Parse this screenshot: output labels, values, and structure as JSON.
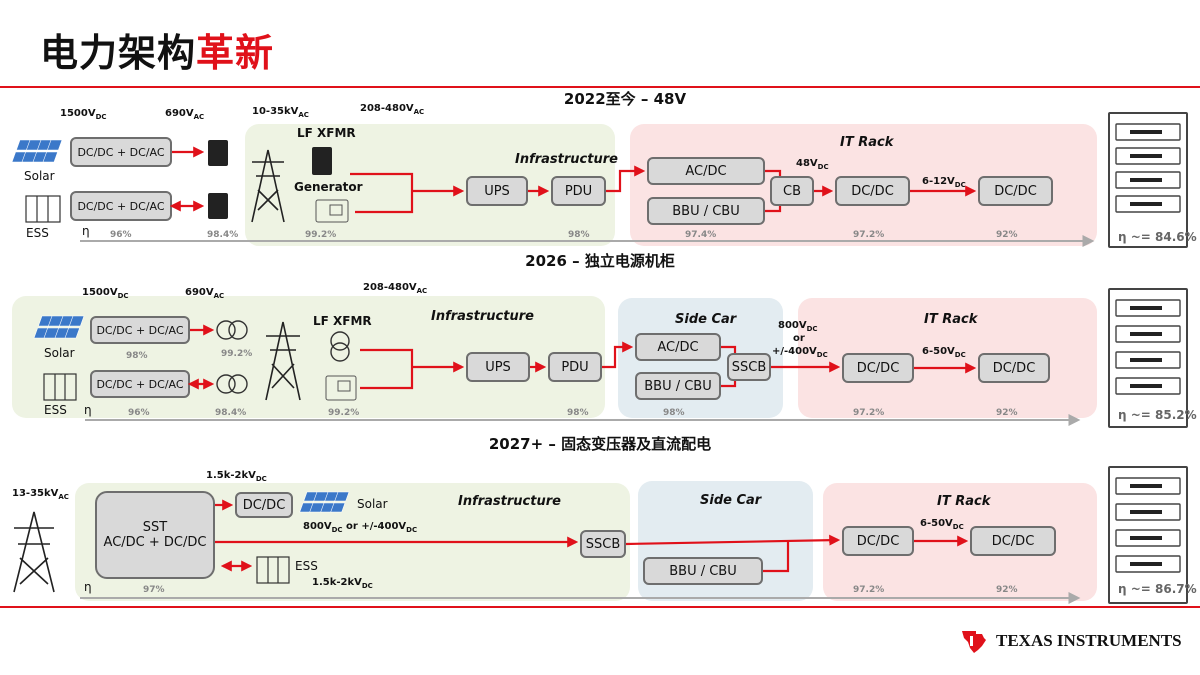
{
  "page": {
    "title_part1": "电力架构",
    "title_part2": "革新"
  },
  "sections": [
    {
      "heading": "2022至今 – 48V",
      "labels": {
        "v1": "1500V",
        "v1_sub": "DC",
        "v2": "690V",
        "v2_sub": "AC",
        "v3": "10-35kV",
        "v3_sub": "AC",
        "v4": "208-480V",
        "v4_sub": "AC",
        "lf": "LF XFMR",
        "gen": "Generator",
        "solar": "Solar",
        "ess": "ESS",
        "eta": "η",
        "bus48": "48V",
        "bus48_sub": "DC",
        "bus612": "6-12V",
        "bus612_sub": "DC"
      },
      "zones": {
        "infra": "Infrastructure",
        "rack": "IT Rack"
      },
      "boxes": {
        "dcdc_ac1": "DC/DC + DC/AC",
        "dcdc_ac2": "DC/DC + DC/AC",
        "ups": "UPS",
        "pdu": "PDU",
        "acdc": "AC/DC",
        "bbu": "BBU / CBU",
        "cb": "CB",
        "dcdc1": "DC/DC",
        "dcdc2": "DC/DC"
      },
      "effs": [
        "96%",
        "98.4%",
        "99.2%",
        "98%",
        "97.4%",
        "97.2%",
        "92%"
      ],
      "rack_eta": "η ~= 84.6%"
    },
    {
      "heading": "2026 – 独立电源机柜",
      "labels": {
        "v1": "1500V",
        "v1_sub": "DC",
        "v2": "690V",
        "v2_sub": "AC",
        "v4": "208-480V",
        "v4_sub": "AC",
        "lf": "LF XFMR",
        "solar": "Solar",
        "ess": "ESS",
        "eta": "η",
        "bus800": "800V",
        "bus800_sub": "DC",
        "or": "or",
        "bus400": "+/-400V",
        "bus400_sub": "DC",
        "bus650": "6-50V",
        "bus650_sub": "DC"
      },
      "zones": {
        "infra": "Infrastructure",
        "sidecar": "Side Car",
        "rack": "IT Rack"
      },
      "boxes": {
        "dcdc_ac1": "DC/DC + DC/AC",
        "dcdc_ac2": "DC/DC + DC/AC",
        "ups": "UPS",
        "pdu": "PDU",
        "acdc": "AC/DC",
        "bbu": "BBU / CBU",
        "sscb": "SSCB",
        "dcdc1": "DC/DC",
        "dcdc2": "DC/DC"
      },
      "effs_under": [
        "98%",
        "99.2%"
      ],
      "effs": [
        "96%",
        "98.4%",
        "99.2%",
        "98%",
        "98%",
        "97.2%",
        "92%"
      ],
      "rack_eta": "η ~= 85.2%"
    },
    {
      "heading": "2027+ – 固态变压器及直流配电",
      "labels": {
        "v_in": "13-35kV",
        "v_in_sub": "AC",
        "v_dc1": "1.5k-2kV",
        "v_dc1_sub": "DC",
        "bus800": "800V",
        "bus800_sub": "DC",
        "bus_or": " or +/-400V",
        "bus_or_sub": "DC",
        "v_dc2": "1.5k-2kV",
        "v_dc2_sub": "DC",
        "solar": "Solar",
        "ess": "ESS",
        "eta": "η",
        "bus650": "6-50V",
        "bus650_sub": "DC"
      },
      "zones": {
        "infra": "Infrastructure",
        "sidecar": "Side Car",
        "rack": "IT Rack"
      },
      "boxes": {
        "sst1": "SST",
        "sst2": "AC/DC + DC/DC",
        "dcdc_solar": "DC/DC",
        "sscb": "SSCB",
        "bbu": "BBU / CBU",
        "dcdc1": "DC/DC",
        "dcdc2": "DC/DC"
      },
      "effs": [
        "97%",
        "97.2%",
        "92%"
      ],
      "rack_eta": "η ~= 86.7%"
    }
  ],
  "logo": {
    "text": "TEXAS INSTRUMENTS"
  },
  "colors": {
    "accent": "#e0111a",
    "box": "#d9d9d9",
    "green_zone": "#eef3e3",
    "red_zone": "#fbe3e3",
    "blue_zone": "#e3ecf1"
  }
}
